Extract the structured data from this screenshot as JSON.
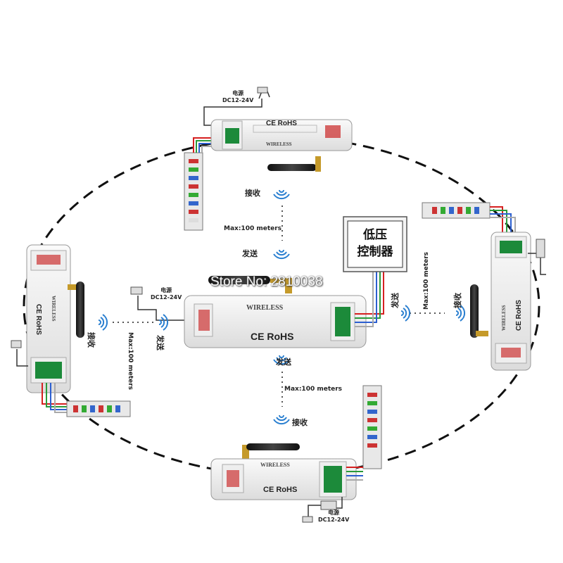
{
  "labels": {
    "power": "电源",
    "voltage": "DC12-24V",
    "receive": "接收",
    "send": "发送",
    "max_distance": "Max:100 meters",
    "low_voltage_controller_line1": "低压",
    "low_voltage_controller_line2": "控制器",
    "wireless": "WIRELESS",
    "certification": "CE RoHS",
    "watermark": "Store No: 2810038"
  },
  "colors": {
    "dashed_path": "#111111",
    "wire_red": "#d62020",
    "wire_green": "#2a9a3a",
    "wire_blue": "#2c5fd0",
    "wire_white": "#cfcfcf",
    "terminal_green": "#1c8a3a",
    "signal_blue": "#2a7fd0",
    "antenna_dark": "#2a2a2a",
    "antenna_gold": "#c59a2a"
  },
  "icons": [
    "wireless-signal-icon",
    "power-adapter-icon",
    "antenna-icon",
    "led-strip-icon"
  ]
}
